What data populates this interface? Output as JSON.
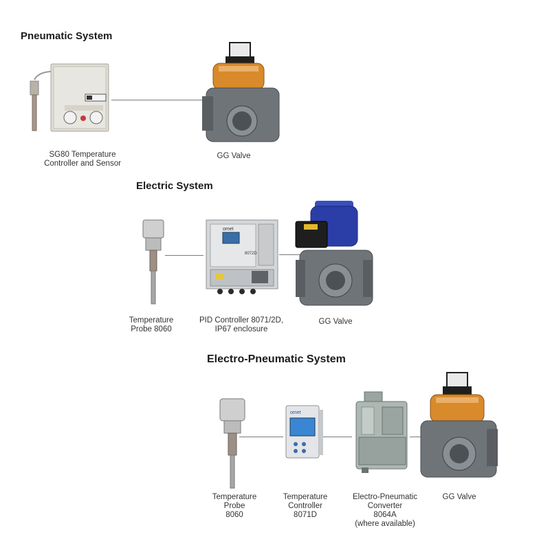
{
  "pneumatic": {
    "heading": "Pneumatic System",
    "controller_caption": "SG80 Temperature\nController and Sensor",
    "valve_caption": "GG Valve"
  },
  "electric": {
    "heading": "Electric System",
    "probe_caption": "Temperature\nProbe 8060",
    "controller_caption": "PID Controller 8071/2D,\nIP67 enclosure",
    "controller_brand": "omet",
    "controller_model": "8072D",
    "valve_caption": "GG Valve"
  },
  "electro_pneumatic": {
    "heading": "Electro-Pneumatic System",
    "probe_caption": "Temperature\nProbe\n8060",
    "controller_caption": "Temperature\nController\n8071D",
    "controller_brand": "omet",
    "converter_caption": "Electro-Pneumatic\nConverter\n8064A\n(where available)",
    "valve_caption": "GG Valve"
  },
  "colors": {
    "actuator_orange": "#d98a2a",
    "actuator_blue": "#2b3ea8",
    "valve_grey": "#6f7479",
    "connector_line": "#7a7a7a"
  }
}
